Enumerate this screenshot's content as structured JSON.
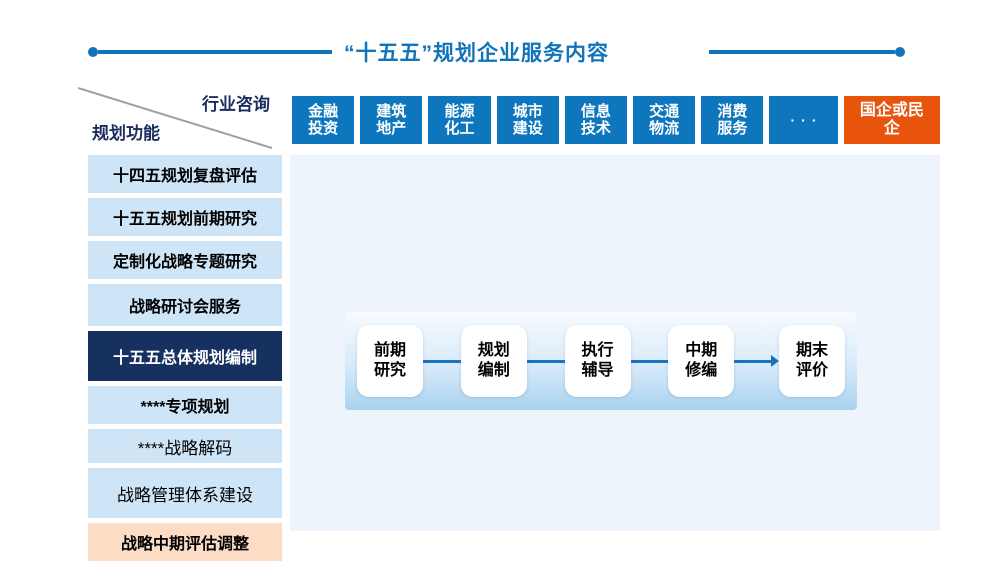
{
  "title": {
    "text": "“十五五”规划企业服务内容"
  },
  "matrix_header": {
    "industry_axis": "行业咨询",
    "function_axis": "规划功能"
  },
  "industries": [
    {
      "label": "金融\n投资"
    },
    {
      "label": "建筑\n地产"
    },
    {
      "label": "能源\n化工"
    },
    {
      "label": "城市\n建设"
    },
    {
      "label": "信息\n技术"
    },
    {
      "label": "交通\n物流"
    },
    {
      "label": "消费\n服务"
    },
    {
      "label": "···"
    },
    {
      "label": "国企或民\n企"
    }
  ],
  "functions": [
    {
      "label": "十四五规划复盘评估"
    },
    {
      "label": "十五五规划前期研究"
    },
    {
      "label": "定制化战略专题研究"
    },
    {
      "label": "战略研讨会服务"
    },
    {
      "label": "十五五总体规划编制",
      "selected": true
    },
    {
      "label": "****专项规划"
    },
    {
      "label": "****战略解码"
    },
    {
      "label": "战略管理体系建设"
    },
    {
      "label": "战略中期评估调整"
    }
  ],
  "process": {
    "steps": [
      "前期\n研究",
      "规划\n编制",
      "执行\n辅导",
      "中期\n修编",
      "期末\n评价"
    ]
  },
  "colors": {
    "title_blue": "#1173ba",
    "industry_blue": "#0d76bd",
    "enterprise_orange": "#e8540c",
    "sidebar_light_blue": "#cee5f8",
    "selected_navy": "#163060",
    "midterm_peach": "#fcdcc5",
    "panel_background": "#edf4fc",
    "connector_blue": "#1a73bb",
    "axis_label_navy": "#1b2d5e"
  }
}
